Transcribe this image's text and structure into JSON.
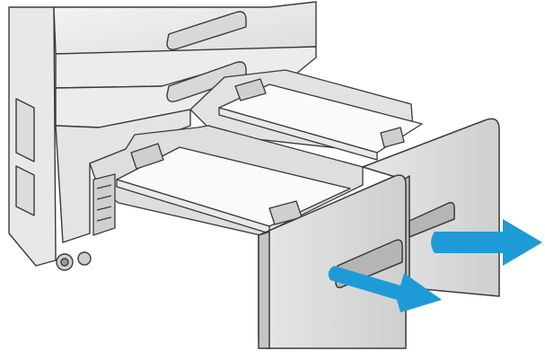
{
  "figure": {
    "subject": "",
    "colors": {
      "body_fill": "#f2f2f2",
      "body_shade": "#d9d9d9",
      "body_dark": "#bfbfbf",
      "outline": "#3a3a3a",
      "paper": "#fafafa",
      "arrow": "#1e9bd7"
    },
    "arrows": [
      {
        "name": "pull-arrow-right",
        "direction": "right"
      },
      {
        "name": "pull-arrow-left",
        "direction": "right"
      }
    ]
  }
}
